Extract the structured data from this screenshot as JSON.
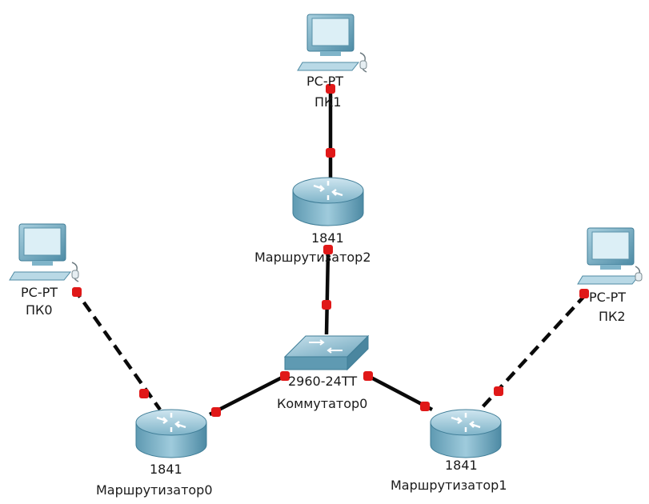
{
  "devices": [
    {
      "id": "pc1",
      "type": "pc",
      "model": "PC-PT",
      "name": "ПК1"
    },
    {
      "id": "r2",
      "type": "router",
      "model": "1841",
      "name": "Маршрутизатор2"
    },
    {
      "id": "pc0",
      "type": "pc",
      "model": "PC-PT",
      "name": "ПК0"
    },
    {
      "id": "pc2",
      "type": "pc",
      "model": "PC-PT",
      "name": "ПК2"
    },
    {
      "id": "sw0",
      "type": "switch",
      "model": "2960-24TT",
      "name": "Коммутатор0"
    },
    {
      "id": "r0",
      "type": "router",
      "model": "1841",
      "name": "Маршрутизатор0"
    },
    {
      "id": "r1",
      "type": "router",
      "model": "1841",
      "name": "Маршрутизатор1"
    }
  ],
  "links": [
    {
      "from": "pc1",
      "to": "r2",
      "style": "solid"
    },
    {
      "from": "r2",
      "to": "sw0",
      "style": "solid"
    },
    {
      "from": "sw0",
      "to": "r0",
      "style": "solid"
    },
    {
      "from": "sw0",
      "to": "r1",
      "style": "solid"
    },
    {
      "from": "pc0",
      "to": "r0",
      "style": "dashed"
    },
    {
      "from": "pc2",
      "to": "r1",
      "style": "dashed"
    }
  ],
  "colors": {
    "link": "#0a0a0a",
    "port_up": "#e01818",
    "device_body": "#6fa8bf",
    "device_dark": "#3f7d97",
    "screen": "#d8ecf4"
  }
}
